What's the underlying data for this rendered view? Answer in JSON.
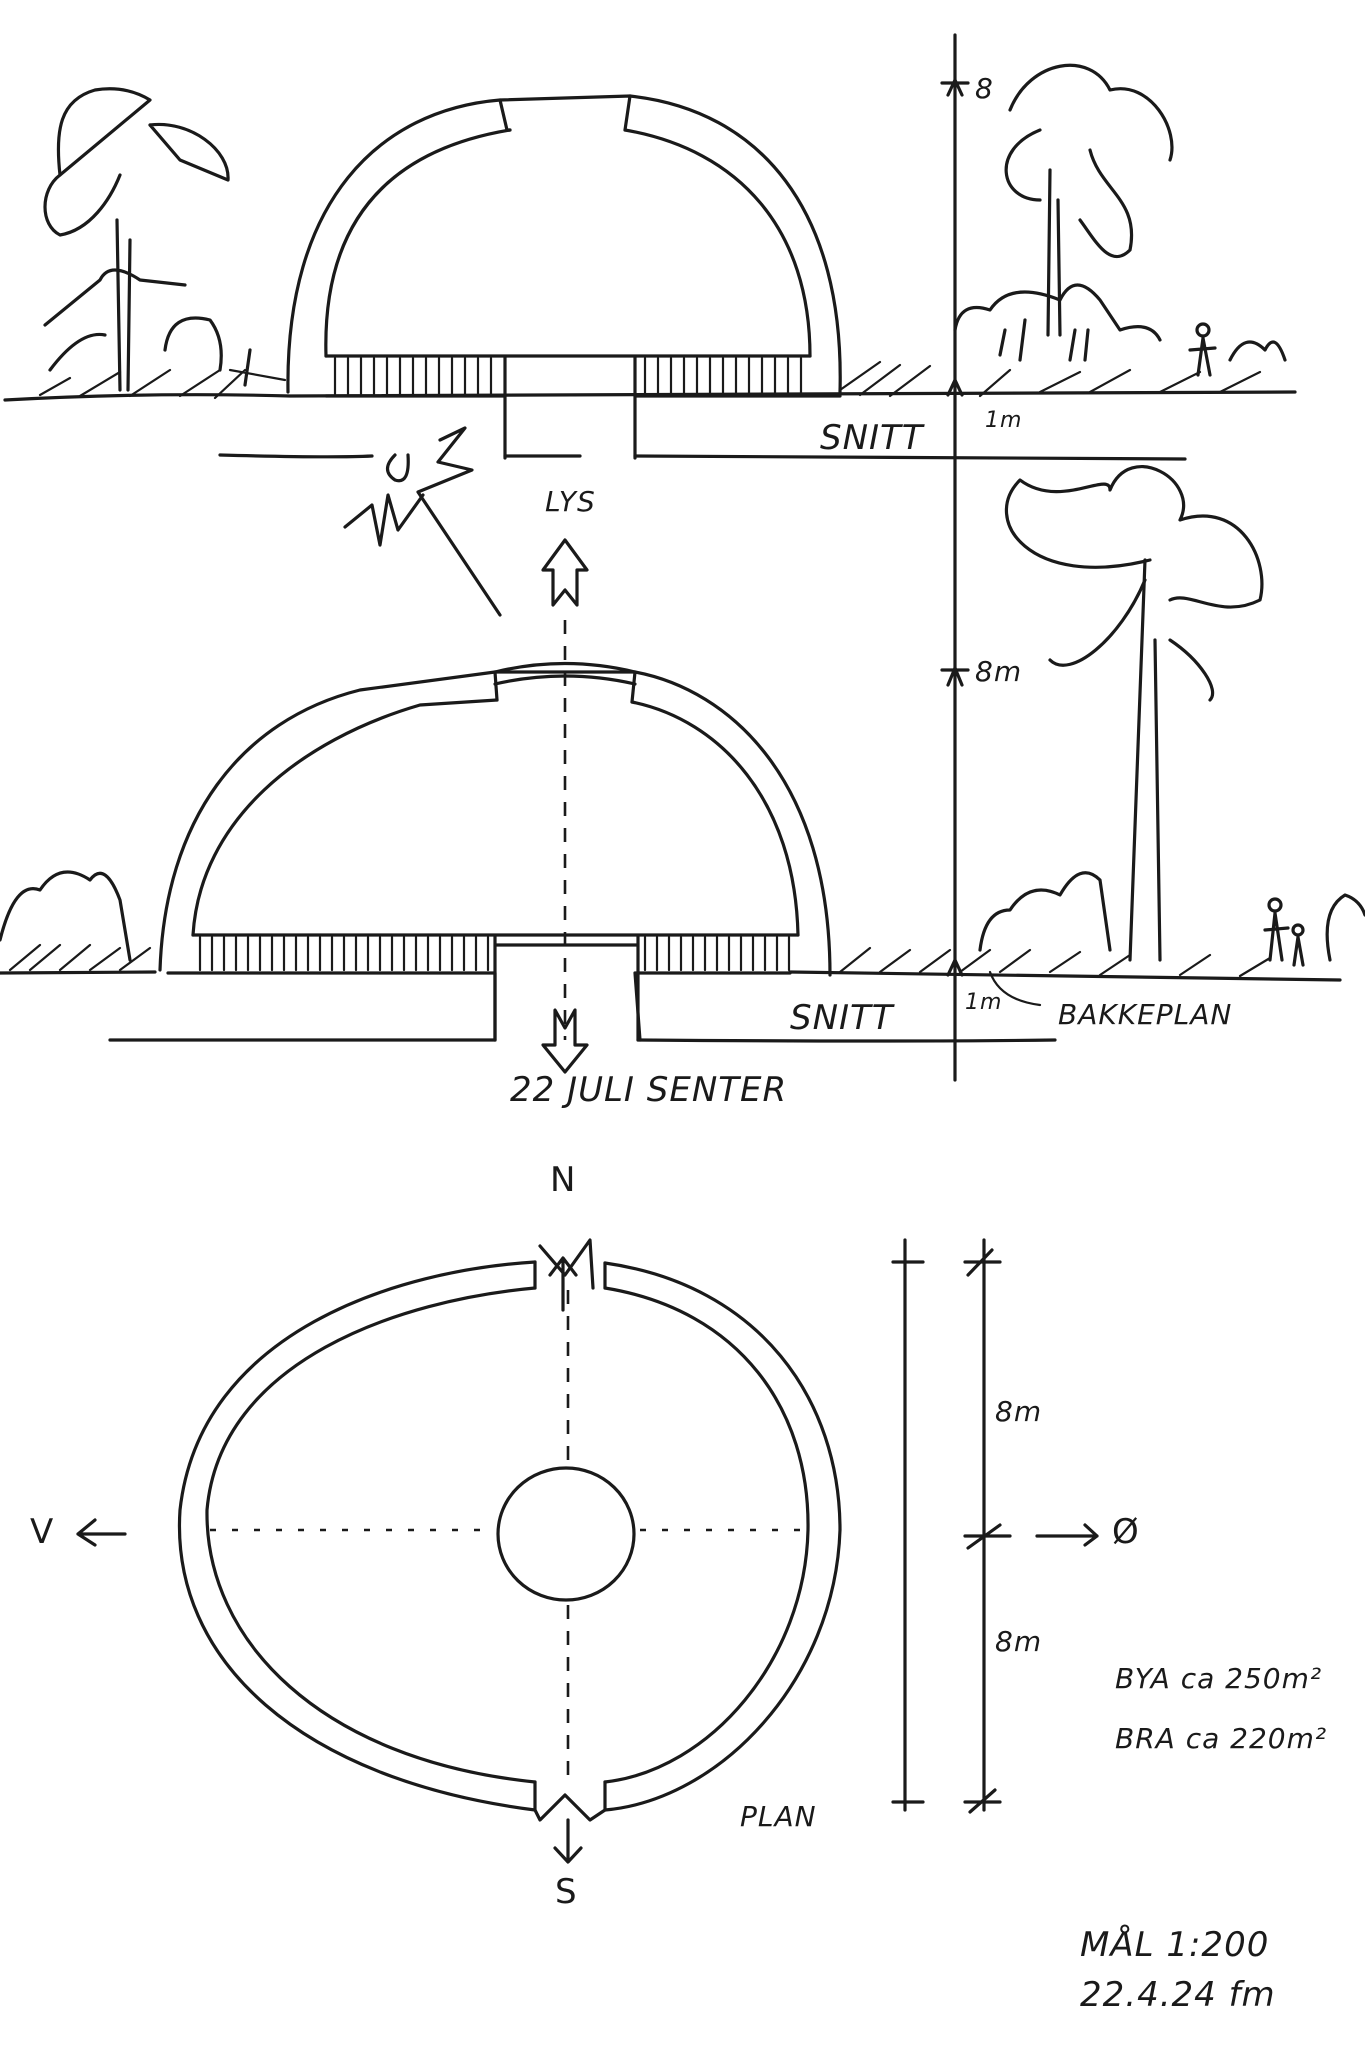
{
  "sheet": {
    "type": "architectural-sketch",
    "background": "#ffffff",
    "ink_color": "#1a1a1a"
  },
  "section_1": {
    "label": "SNITT",
    "height_mark": "8",
    "ground_mark": "1m",
    "light_label": "LYS"
  },
  "section_2": {
    "label": "SNITT",
    "height_mark": "8m",
    "ground_mark": "1m",
    "ground_label": "BAKKEPLAN",
    "below_label": "22 JULI SENTER"
  },
  "plan": {
    "label": "PLAN",
    "compass": {
      "north": "N",
      "south": "S",
      "west": "V",
      "east": "Ø"
    },
    "dim_upper": "8m",
    "dim_lower": "8m",
    "area_bya": "BYA ca 250m²",
    "area_bra": "BRA ca 220m²"
  },
  "title_block": {
    "scale": "MÅL 1:200",
    "date_signature": "22.4.24 fm"
  }
}
